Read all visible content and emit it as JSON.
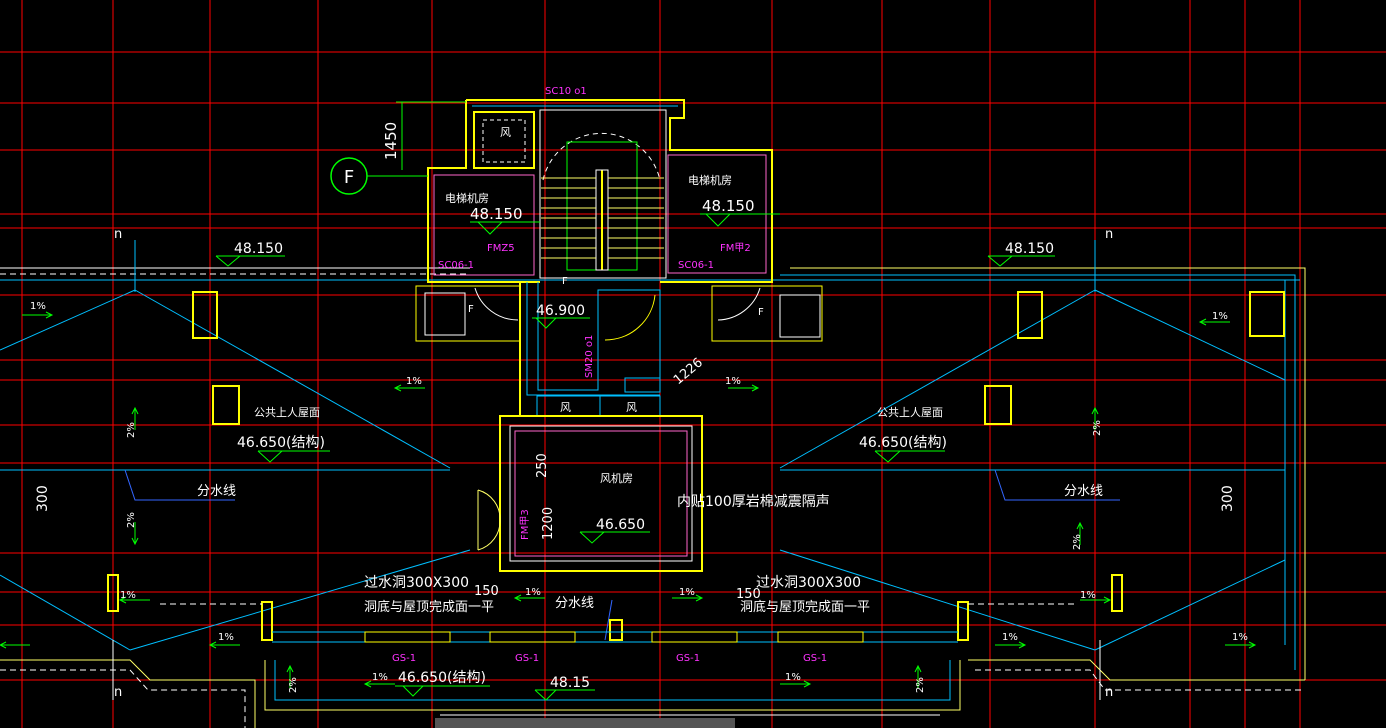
{
  "drawing": {
    "axis_bubble": "F",
    "dimension_top": "1450",
    "window_top": "SC10 o1",
    "rooms": {
      "left_machine_room": "电梯机房",
      "right_machine_room": "电梯机房",
      "fan_room": "风机房",
      "shaft_a": "风",
      "shaft_b": "风",
      "shaft_c": "风"
    },
    "elevations": {
      "left_room": "48.150",
      "right_room": "48.150",
      "left_roof": "48.150",
      "right_roof": "48.150",
      "stair_landing": "46.900",
      "fan_room": "46.650",
      "left_roof_struct": "46.650(结构)",
      "right_roof_struct": "46.650(结构)",
      "bottom_struct": "46.650(结构)",
      "bottom_right": "48.15"
    },
    "doors": {
      "fm_left": "FMZ5",
      "fm_right": "FM甲2",
      "fm_fan": "FM甲3",
      "sc_left": "SC06-1",
      "sc_right": "SC06-1",
      "sm_stair": "SM20 o1"
    },
    "labels": {
      "public_roof_left": "公共上人屋面",
      "public_roof_right": "公共上人屋面",
      "ridge_left": "分水线",
      "ridge_right": "分水线",
      "ridge_center": "分水线",
      "insulation_note": "内贴100厚岩棉减震隔声",
      "drain_hole_left": "过水洞300X300",
      "drain_hole_left_note": "洞底与屋顶完成面一平",
      "drain_hole_right": "过水洞300X300",
      "drain_hole_right_note": "洞底与屋顶完成面一平"
    },
    "dimensions": {
      "dim_300_left": "300",
      "dim_300_right": "300",
      "dim_250": "250",
      "dim_1200": "1200",
      "dim_150_left": "150",
      "dim_150_right": "150",
      "dim_1226": "1226"
    },
    "gutters": [
      "GS-1",
      "GS-1",
      "GS-1",
      "GS-1"
    ],
    "slopes": [
      "1%",
      "1%",
      "1%",
      "1%",
      "1%",
      "1%",
      "1%",
      "1%",
      "1%",
      "1%",
      "1%",
      "1%",
      "1%",
      "2%",
      "2%",
      "2%",
      "2%",
      "2%",
      "2%"
    ],
    "marks": {
      "n_left": "n",
      "n_right": "n",
      "n_bl": "n",
      "n_br": "n",
      "f1": "F",
      "f2": "F",
      "f3": "F"
    },
    "colors": {
      "background": "#000000",
      "grid": "#ff0000",
      "walls": "#ffff00",
      "outline": "#00bfff",
      "text": "#ffffff",
      "tags": "#ff33ff",
      "arrows": "#00ff00"
    }
  }
}
